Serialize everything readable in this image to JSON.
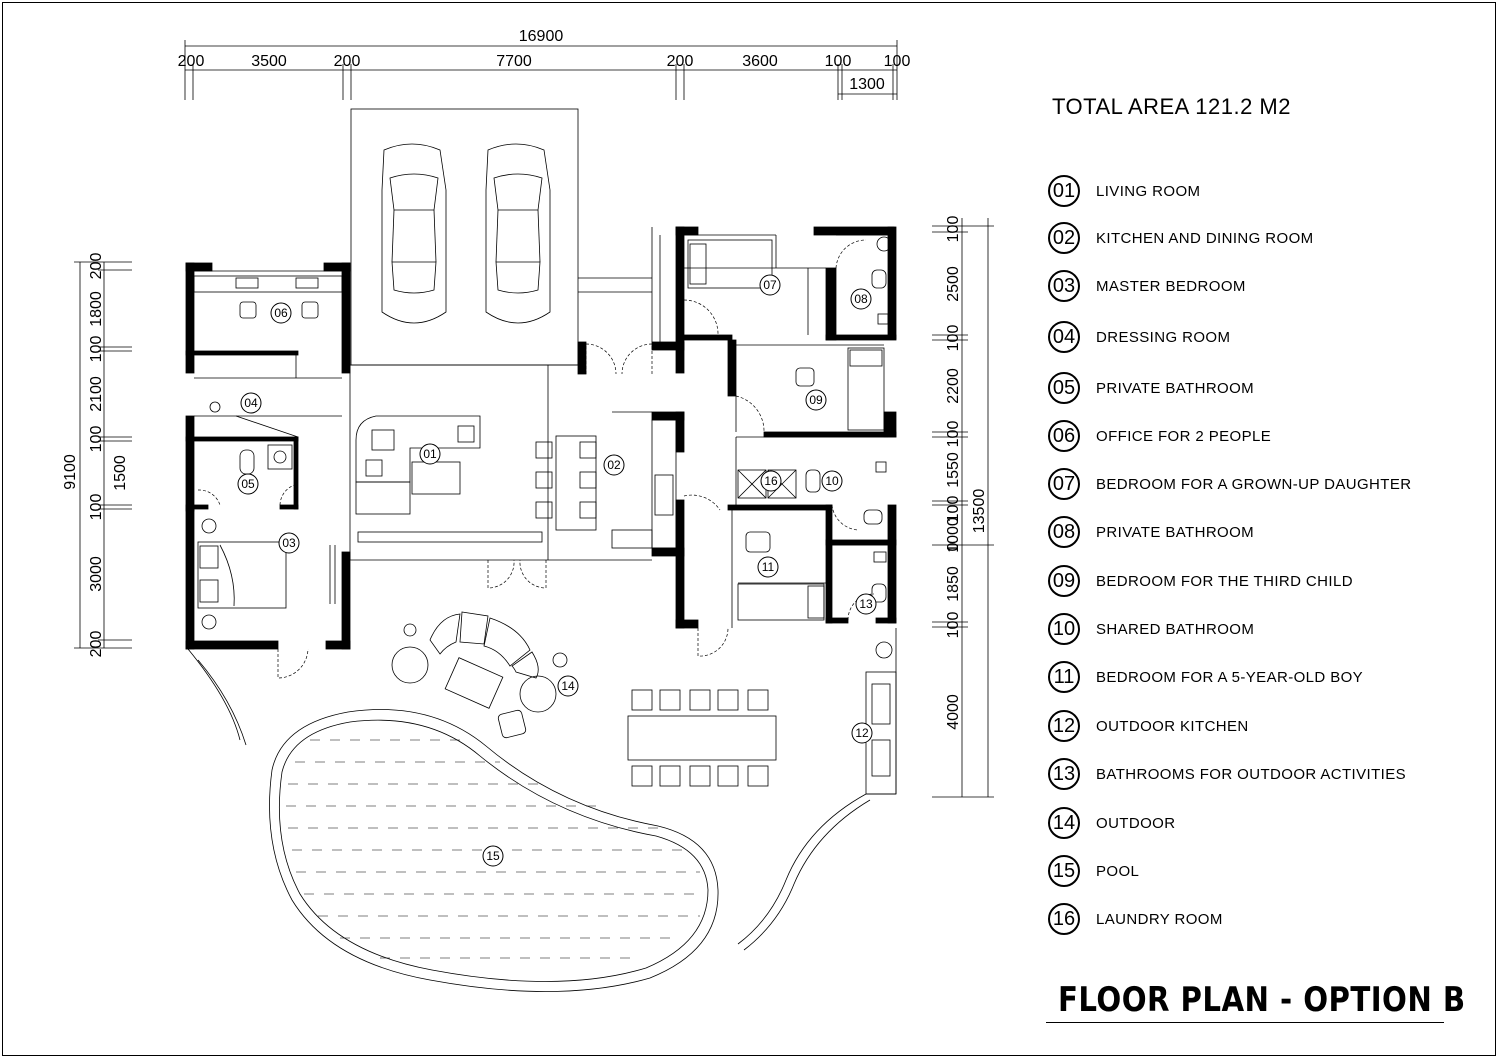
{
  "title": "FLOOR PLAN - OPTION B",
  "total_area": "TOTAL AREA 121.2 M2",
  "legend": [
    {
      "num": "01",
      "label": "LIVING ROOM"
    },
    {
      "num": "02",
      "label": "KITCHEN AND DINING ROOM"
    },
    {
      "num": "03",
      "label": "MASTER BEDROOM"
    },
    {
      "num": "04",
      "label": "DRESSING ROOM"
    },
    {
      "num": "05",
      "label": "PRIVATE BATHROOM"
    },
    {
      "num": "06",
      "label": "OFFICE FOR 2 PEOPLE"
    },
    {
      "num": "07",
      "label": "BEDROOM FOR A GROWN-UP DAUGHTER"
    },
    {
      "num": "08",
      "label": "PRIVATE BATHROOM"
    },
    {
      "num": "09",
      "label": "BEDROOM FOR THE THIRD CHILD"
    },
    {
      "num": "10",
      "label": "SHARED BATHROOM"
    },
    {
      "num": "11",
      "label": "BEDROOM FOR A 5-YEAR-OLD BOY"
    },
    {
      "num": "12",
      "label": "OUTDOOR KITCHEN"
    },
    {
      "num": "13",
      "label": "BATHROOMS FOR OUTDOOR ACTIVITIES"
    },
    {
      "num": "14",
      "label": "OUTDOOR"
    },
    {
      "num": "15",
      "label": "POOL"
    },
    {
      "num": "16",
      "label": "LAUNDRY ROOM"
    }
  ],
  "dimensions": {
    "top_overall": "16900",
    "top_segments": [
      "200",
      "3500",
      "200",
      "7700",
      "200",
      "3600",
      "100",
      "100"
    ],
    "top_sub": "1300",
    "left_overall": "9100",
    "left_segments": [
      "200",
      "1800",
      "100",
      "2100",
      "100",
      "1500",
      "100",
      "3000",
      "200"
    ],
    "right_overall": "13500",
    "right_segments": [
      "100",
      "2500",
      "100",
      "2200",
      "100",
      "1550",
      "100",
      "1000",
      "0",
      "1850",
      "100",
      "4000"
    ]
  },
  "room_tags": [
    "01",
    "02",
    "03",
    "04",
    "05",
    "06",
    "07",
    "08",
    "09",
    "10",
    "11",
    "12",
    "13",
    "14",
    "15",
    "16"
  ]
}
